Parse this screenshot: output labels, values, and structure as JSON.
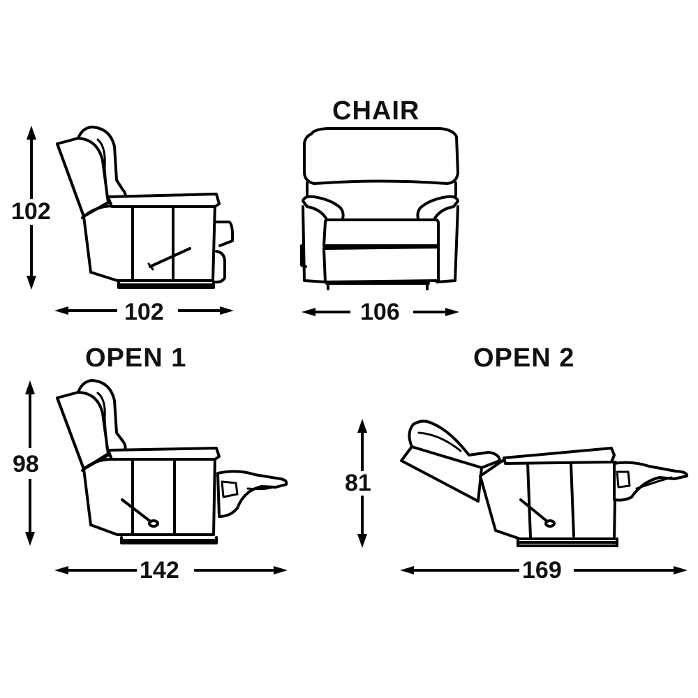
{
  "diagram": {
    "subject": "Recliner chair dimensions",
    "views": [
      {
        "id": "chair-side",
        "title": "",
        "height": "102",
        "width": "102"
      },
      {
        "id": "chair-front",
        "title": "CHAIR",
        "width": "106"
      },
      {
        "id": "open1",
        "title": "OPEN 1",
        "height": "98",
        "width": "142"
      },
      {
        "id": "open2",
        "title": "OPEN 2",
        "height": "81",
        "width": "169"
      }
    ]
  }
}
